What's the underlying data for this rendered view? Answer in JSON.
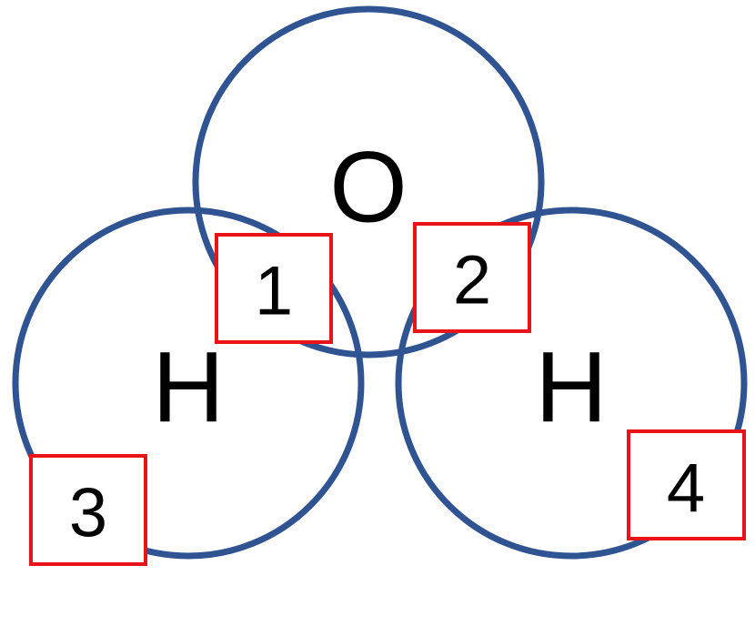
{
  "colors": {
    "circle_stroke": "#2f5491",
    "box_stroke": "#e8141a",
    "text": "#000000"
  },
  "atoms": [
    {
      "id": "oxygen",
      "label": "O"
    },
    {
      "id": "hydrogen-left",
      "label": "H"
    },
    {
      "id": "hydrogen-right",
      "label": "H"
    }
  ],
  "regions": [
    {
      "id": "region-1",
      "label": "1"
    },
    {
      "id": "region-2",
      "label": "2"
    },
    {
      "id": "region-3",
      "label": "3"
    },
    {
      "id": "region-4",
      "label": "4"
    }
  ]
}
